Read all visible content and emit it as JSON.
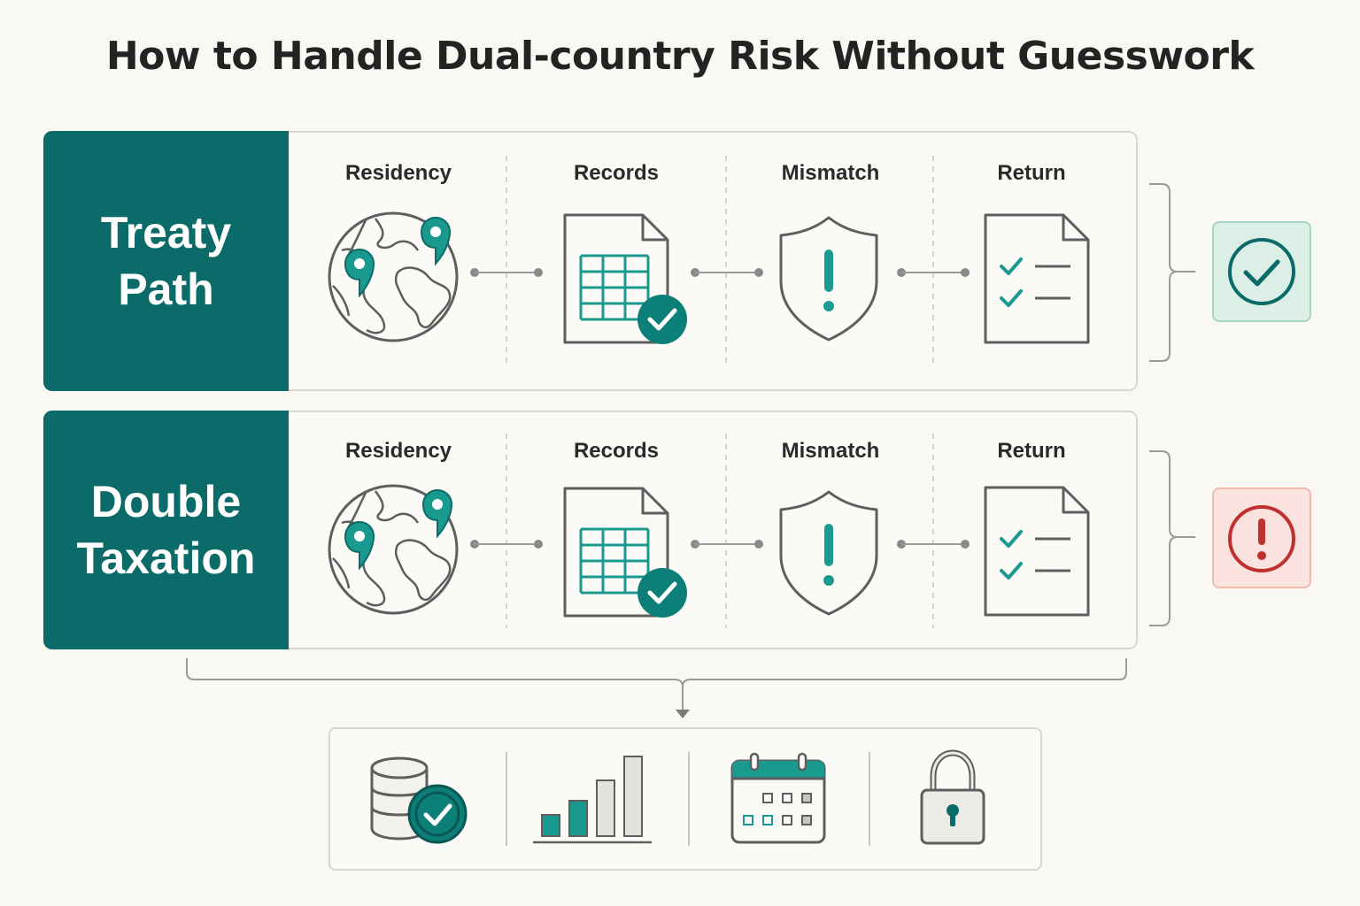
{
  "title": "How to Handle Dual-country Risk Without Guesswork",
  "rows": [
    {
      "label_lines": [
        "Treaty",
        "Path"
      ],
      "steps": [
        "Residency",
        "Records",
        "Mismatch",
        "Return"
      ],
      "status": "check-circle-icon"
    },
    {
      "label_lines": [
        "Double",
        "Taxation"
      ],
      "steps": [
        "Residency",
        "Records",
        "Mismatch",
        "Return"
      ],
      "status": "exclamation-circle-icon"
    }
  ],
  "bottom_icons": [
    "database-check-icon",
    "bar-chart-icon",
    "calendar-icon",
    "padlock-icon"
  ],
  "colors": {
    "teal": "#0b6b68",
    "accent_teal": "#1a9a8e",
    "success_bg": "#dcefe7",
    "alert_bg": "#fae3de",
    "alert_red": "#c0302e",
    "outline_gray": "#5e5e5e"
  }
}
